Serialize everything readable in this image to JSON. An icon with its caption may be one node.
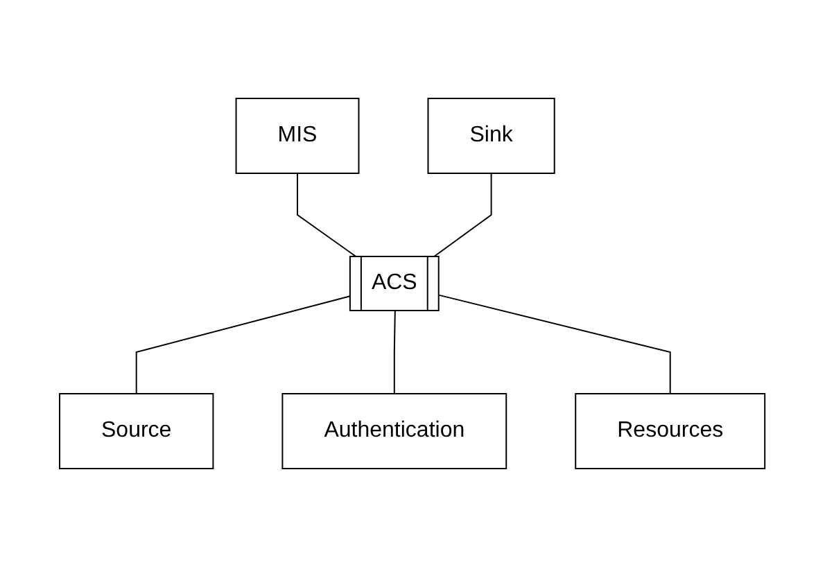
{
  "diagram": {
    "nodes": [
      {
        "text": [
          "MIS"
        ]
      },
      {
        "text": [
          "Sink"
        ]
      },
      {
        "text": [
          "ACS"
        ]
      },
      {
        "text": [
          "Source"
        ]
      },
      {
        "text": [
          "Authentication"
        ]
      },
      {
        "text": [
          "Resources"
        ]
      }
    ],
    "edges": [
      {
        "from": 0,
        "to": 2,
        "arrow": "none"
      },
      {
        "from": 1,
        "to": 2,
        "arrow": "none"
      },
      {
        "from": 2,
        "to": 3,
        "arrow": "none"
      },
      {
        "from": 2,
        "to": 4,
        "arrow": "none"
      },
      {
        "from": 2,
        "to": 5,
        "arrow": "none"
      }
    ]
  }
}
